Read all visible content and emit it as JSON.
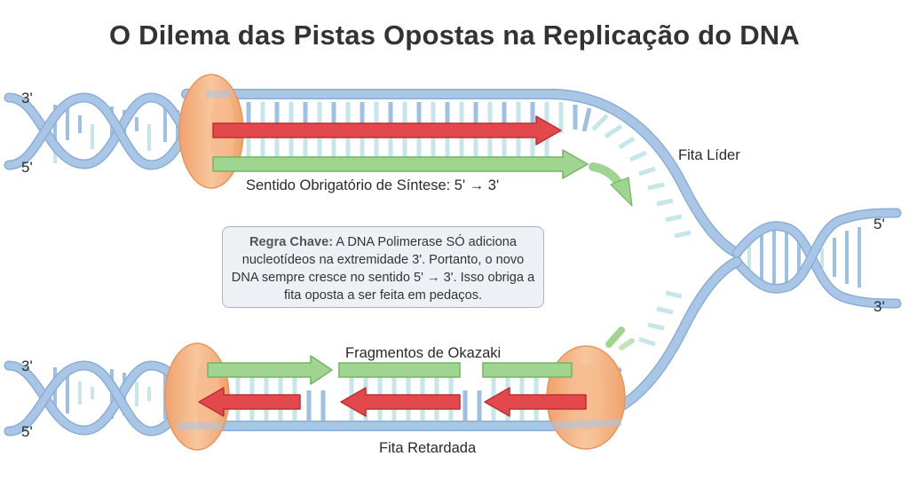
{
  "title": "O Dilema das Pistas Opostas na Replicação do DNA",
  "labels": {
    "top_left_3": "3'",
    "top_left_5": "5'",
    "right_5": "5'",
    "right_3": "3'",
    "bottom_left_3": "3'",
    "bottom_left_5": "5'",
    "leading_strand": "Fita Líder",
    "lagging_strand": "Fita Retardada",
    "synthesis_direction": "Sentido Obrigatório de Síntese: 5' → 3'",
    "okazaki": "Fragmentos de Okazaki"
  },
  "key_rule": {
    "heading": "Regra Chave:",
    "text": "A DNA Polimerase SÓ adiciona nucleotídeos na extremidade 3'. Portanto, o novo DNA sempre cresce no sentido 5' → 3'. Isso obriga a fita oposta a ser feita em pedaços."
  },
  "colors": {
    "backbone": "#aac6e6",
    "backbone_stroke": "#8aaed6",
    "rung_blue": "#9ec1e3",
    "rung_teal": "#c6e6ea",
    "new_strand_green": "#c3e3b4",
    "green_arrow": "#9fd591",
    "red_arrow": "#e3484c",
    "polymerase": "#f5b080"
  },
  "icons": [
    "curved-arrow-icon",
    "red-arrow-icon",
    "green-arrow-icon",
    "polymerase-clamp-icon"
  ]
}
